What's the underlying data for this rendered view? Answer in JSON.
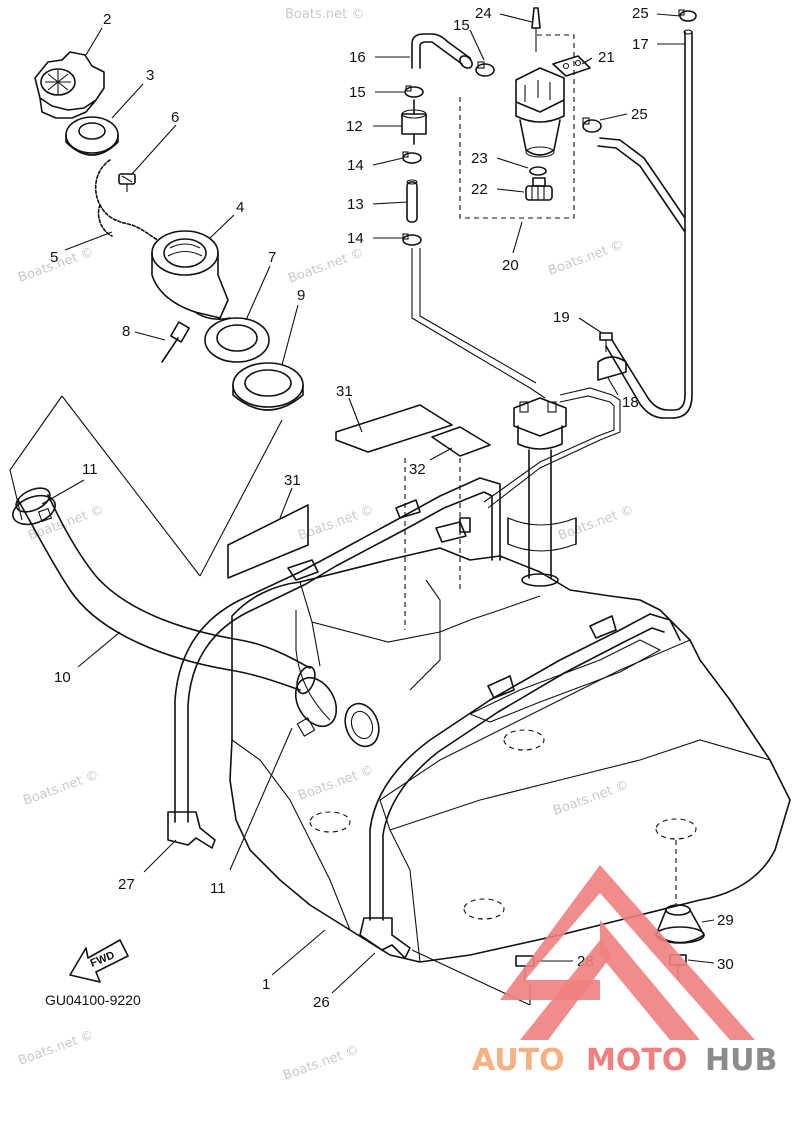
{
  "diagram": {
    "reference_code": "GU04100-9220",
    "fwd_label": "FWD",
    "callouts": {
      "c1": "1",
      "c2": "2",
      "c3": "3",
      "c4": "4",
      "c5": "5",
      "c6": "6",
      "c7": "7",
      "c8": "8",
      "c9": "9",
      "c10": "10",
      "c11a": "11",
      "c11b": "11",
      "c12": "12",
      "c13": "13",
      "c14a": "14",
      "c14b": "14",
      "c15a": "15",
      "c15b": "15",
      "c16": "16",
      "c17": "17",
      "c18": "18",
      "c19": "19",
      "c20": "20",
      "c21": "21",
      "c22": "22",
      "c23": "23",
      "c24": "24",
      "c25a": "25",
      "c25b": "25",
      "c26": "26",
      "c27": "27",
      "c28": "28",
      "c29": "29",
      "c30": "30",
      "c31a": "31",
      "c31b": "31",
      "c32": "32"
    }
  },
  "watermarks": {
    "boats": "Boats.net ©",
    "brand_auto": "AUTO",
    "brand_moto": "MOTO",
    "brand_hub": "HUB"
  },
  "colors": {
    "line": "#111111",
    "watermark": "#c9c9c9",
    "brand_red": "#f08080",
    "brand_orange": "#f4b183",
    "brand_gray": "#8c8c8c"
  }
}
